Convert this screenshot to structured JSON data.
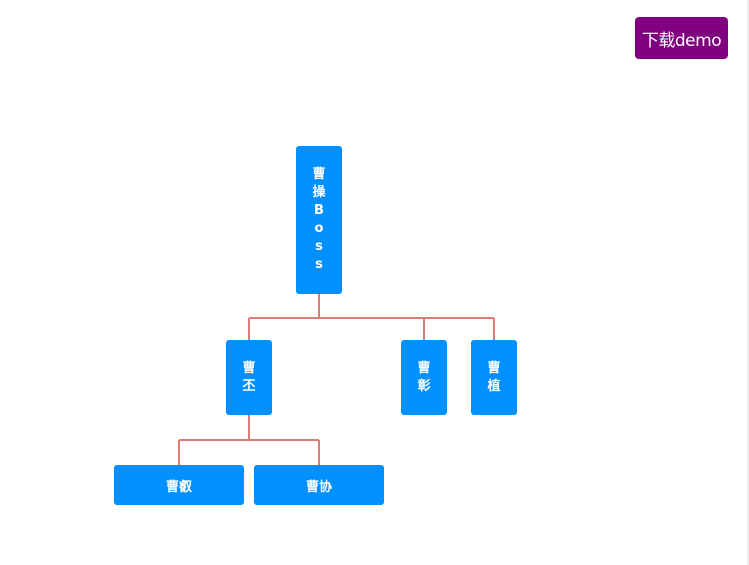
{
  "toolbar": {
    "download_label": "下载demo"
  },
  "colors": {
    "node_fill": "#0090ff",
    "node_text": "#ffffff",
    "connector": "#e07a74",
    "button_fill": "#800080"
  },
  "org_chart": {
    "root": {
      "label": "曹操Boss"
    },
    "level1": [
      {
        "label": "曹丕"
      },
      {
        "label": "曹彰"
      },
      {
        "label": "曹植"
      }
    ],
    "level2": [
      {
        "label": "曹叡",
        "parent": "曹丕"
      },
      {
        "label": "曹协",
        "parent": "曹丕"
      }
    ]
  }
}
